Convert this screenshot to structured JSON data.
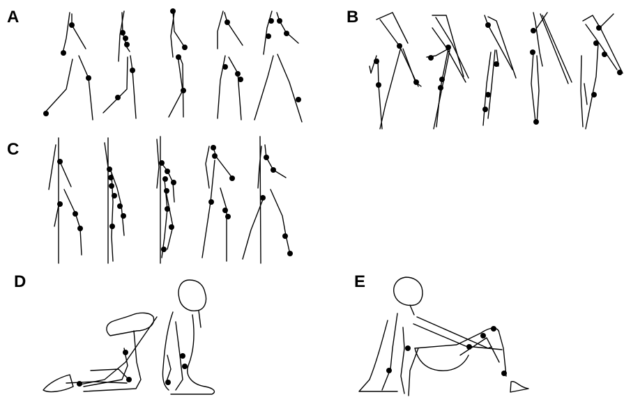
{
  "panels": {
    "a": {
      "label": "A"
    },
    "b": {
      "label": "B"
    },
    "c": {
      "label": "C"
    },
    "d": {
      "label": "D"
    },
    "e": {
      "label": "E"
    }
  }
}
